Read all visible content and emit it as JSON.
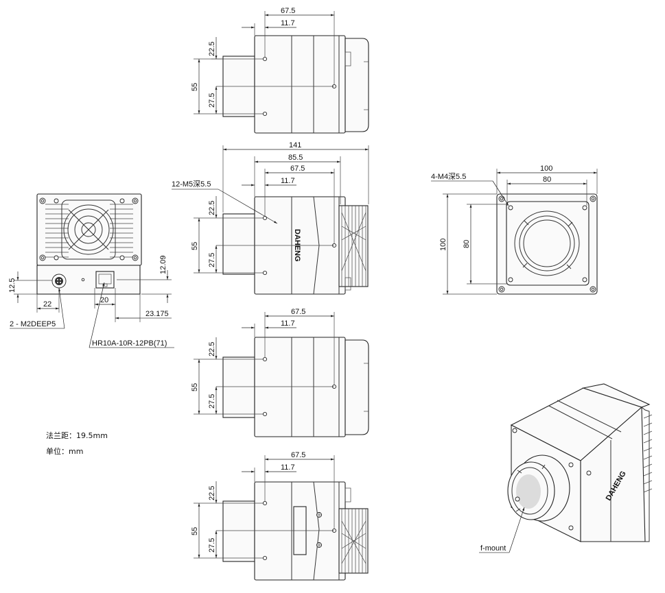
{
  "dimensions": {
    "top_view": {
      "width_67_5": "67.5",
      "offset_11_7": "11.7",
      "h_22_5": "22.5",
      "h_55": "55",
      "h_27_5": "27.5"
    },
    "side_view": {
      "length_141": "141",
      "length_85_5": "85.5",
      "width_67_5": "67.5",
      "offset_11_7": "11.7",
      "h_22_5": "22.5",
      "h_55": "55",
      "h_27_5": "27.5"
    },
    "bottom_view": {
      "width_67_5": "67.5",
      "offset_11_7": "11.7",
      "h_22_5": "22.5",
      "h_55": "55",
      "h_27_5": "27.5"
    },
    "back_view": {
      "width_67_5": "67.5",
      "offset_11_7": "11.7",
      "h_22_5": "22.5",
      "h_55": "55",
      "h_27_5": "27.5"
    },
    "front_view": {
      "w_100": "100",
      "w_80": "80",
      "h_100": "100",
      "h_80": "80"
    },
    "rear_panel": {
      "h_12_5": "12.5",
      "w_22": "22",
      "w_20": "20",
      "w_23_175": "23.175",
      "h_12_09": "12.09"
    }
  },
  "callouts": {
    "side_holes": "12-M5深5.5",
    "front_holes": "4-M4深5.5",
    "power_connector": "2 - M2DEEP5",
    "io_connector": "HR10A-10R-12PB(71)",
    "mount": "f-mount"
  },
  "notes": {
    "flange_distance": "法兰距：19.5mm",
    "unit": "单位：mm"
  },
  "brand_text": "DAHENG"
}
